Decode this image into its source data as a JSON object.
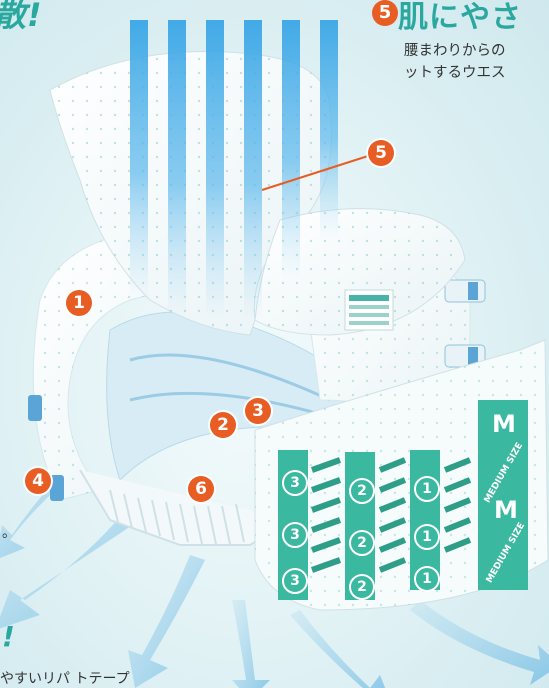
{
  "headline_left": "散!",
  "headline_right": "肌にやさ",
  "headline_right_number": "5",
  "description_lines": [
    "腰まわりからの",
    "ットするウエス"
  ],
  "callouts": [
    {
      "id": "callout-1",
      "label": "1"
    },
    {
      "id": "callout-2",
      "label": "2"
    },
    {
      "id": "callout-3",
      "label": "3"
    },
    {
      "id": "callout-4",
      "label": "4"
    },
    {
      "id": "callout-5",
      "label": "5"
    },
    {
      "id": "callout-6",
      "label": "6"
    }
  ],
  "bottom_mark": "!",
  "bottom_text": "やすいリパ トテープ",
  "small_dot": "。",
  "size_marks": {
    "size_letter": "M",
    "size_word": "MEDIUM SIZE",
    "panel_numbers": [
      "3",
      "2",
      "1"
    ]
  },
  "colors": {
    "accent_teal": "#2aa8a0",
    "callout_orange": "#e85d24",
    "airflow_blue": "#3aa6e6"
  }
}
